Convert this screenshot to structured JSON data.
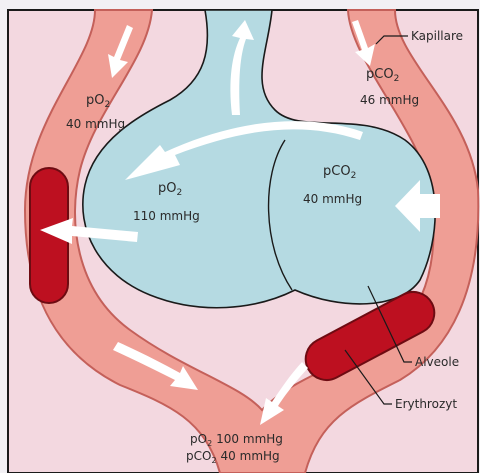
{
  "labels": {
    "po2_venous": "pO",
    "po2_venous_sub": "2",
    "po2_venous_value": "40 mmHg",
    "po2_alveolar": "pO",
    "po2_alveolar_sub": "2",
    "po2_alveolar_value": "110 mmHg",
    "pco2_alveolar": "pCO",
    "pco2_alveolar_sub": "2",
    "pco2_alveolar_value": "40 mmHg",
    "pco2_venous": "pCO",
    "pco2_venous_sub": "2",
    "pco2_venous_value": "46 mmHg",
    "po2_arterial": "pO",
    "po2_arterial_sub": "2",
    "po2_arterial_value": "100 mmHg",
    "pco2_arterial": "pCO",
    "pco2_arterial_sub": "2",
    "pco2_arterial_value": "40 mmHg"
  },
  "callouts": {
    "capillary": "Kapillare",
    "alveolus": "Alveole",
    "erythrocyte": "Erythrozyt"
  },
  "colors": {
    "background": "#f2f0f4",
    "panel": "#f3d8e0",
    "capillary": "#ef9e95",
    "capillary_edge": "#c4605a",
    "alveolus": "#b5dae2",
    "erythrocyte": "#bd1020",
    "arrow": "#ffffff"
  }
}
